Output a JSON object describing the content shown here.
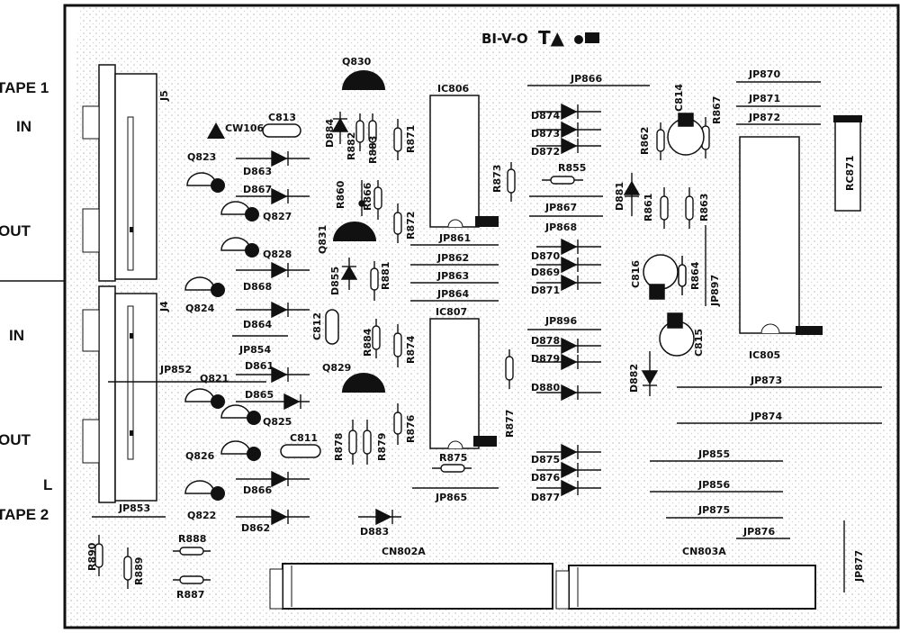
{
  "board": {
    "title": "BI-V-O",
    "side_labels": [
      "TAPE 1",
      "IN",
      "OUT",
      "IN",
      "OUT",
      "L",
      "TAPE 2"
    ]
  },
  "components": {
    "transistors": [
      "Q830",
      "Q823",
      "Q827",
      "Q828",
      "Q824",
      "Q831",
      "Q829",
      "Q821",
      "Q825",
      "Q826",
      "Q822"
    ],
    "diodes": [
      "D884",
      "D863",
      "D867",
      "D868",
      "D864",
      "D855",
      "D861",
      "D865",
      "D866",
      "D862",
      "D883",
      "D874",
      "D873",
      "D872",
      "D870",
      "D869",
      "D871",
      "D878",
      "D879",
      "D880",
      "D875",
      "D876",
      "D877",
      "D881",
      "D882"
    ],
    "resistors": [
      "R882",
      "R883",
      "R871",
      "R860",
      "R866",
      "R872",
      "R881",
      "R884",
      "R874",
      "R876",
      "R878",
      "R879",
      "R873",
      "R855",
      "R875",
      "R877",
      "R862",
      "R867",
      "R861",
      "R863",
      "R864",
      "R890",
      "R889",
      "R888",
      "R887",
      "RC871"
    ],
    "capacitors": [
      "C813",
      "C812",
      "C811",
      "C814",
      "C816",
      "C815"
    ],
    "ics": [
      "IC806",
      "IC807",
      "IC805"
    ],
    "jumpers": [
      "JP866",
      "JP870",
      "JP871",
      "JP872",
      "JP867",
      "JP868",
      "JP861",
      "JP862",
      "JP863",
      "JP864",
      "JP896",
      "JP897",
      "JP854",
      "JP852",
      "JP853",
      "JP865",
      "JP873",
      "JP874",
      "JP855",
      "JP856",
      "JP875",
      "JP876",
      "JP877"
    ],
    "connectors": [
      "J5",
      "J4",
      "CN802A",
      "CN803A"
    ],
    "other": [
      "CW106"
    ]
  }
}
